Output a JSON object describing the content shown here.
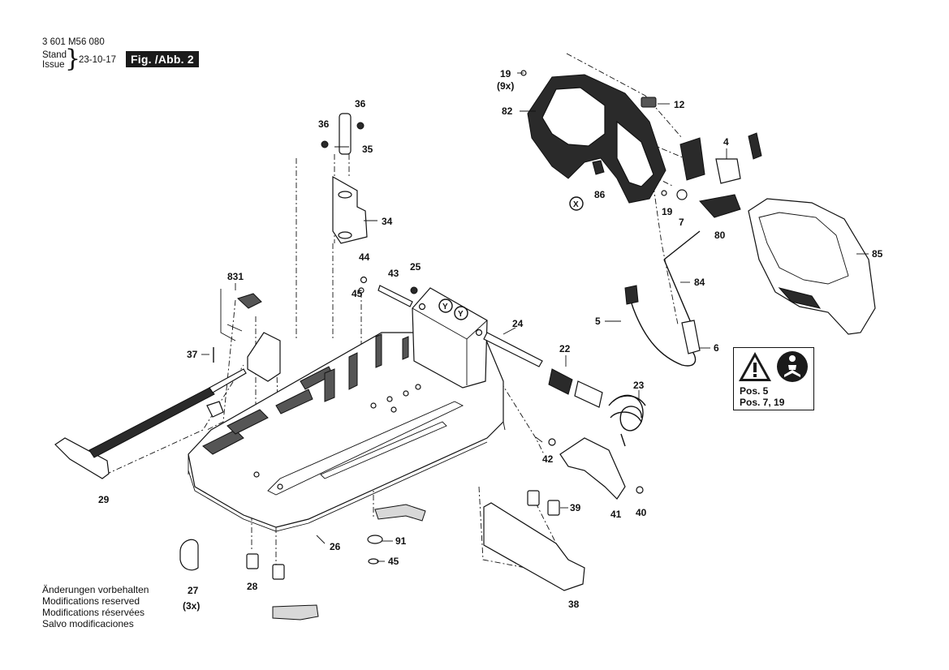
{
  "header": {
    "doc_number": "3 601 M56 080",
    "stand_label": "Stand",
    "issue_label": "Issue",
    "date": "23-10-17",
    "figure_label": "Fig. /Abb. 2"
  },
  "notes": [
    "Änderungen vorbehalten",
    "Modifications reserved",
    "Modifications réservées",
    "Salvo modificaciones"
  ],
  "warning_box": {
    "line1": "Pos. 5",
    "line2": "Pos. 7, 19"
  },
  "callouts": {
    "c19a": "19",
    "c9x": "(9x)",
    "c82": "82",
    "c12": "12",
    "c4": "4",
    "c86": "86",
    "cX": "X",
    "c19b": "19",
    "c7": "7",
    "c80": "80",
    "c85": "85",
    "c84": "84",
    "c5": "5",
    "c6": "6",
    "c36a": "36",
    "c36b": "36",
    "c35": "35",
    "c34": "34",
    "c831": "831",
    "c44": "44",
    "c45a": "45",
    "c43": "43",
    "c25": "25",
    "cY1": "Y",
    "cY2": "Y",
    "c24": "24",
    "c22": "22",
    "c23": "23",
    "c37": "37",
    "c29": "29",
    "c42": "42",
    "c39": "39",
    "c41": "41",
    "c40": "40",
    "c91": "91",
    "c45b": "45",
    "c26": "26",
    "c27": "27",
    "c3x": "(3x)",
    "c28": "28",
    "c38": "38"
  }
}
